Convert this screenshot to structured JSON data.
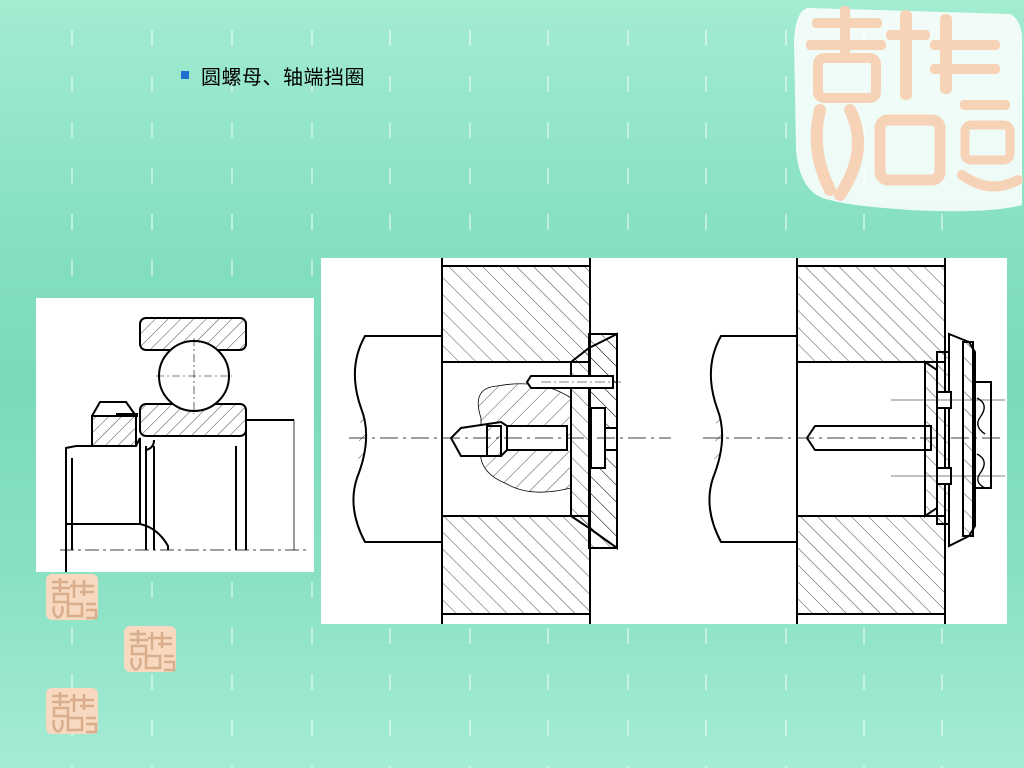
{
  "slide": {
    "title": "圆螺母、轴端挡圈",
    "bullet_color": "#1f6fd0",
    "background_color": "#8ee2c6"
  },
  "decorations": {
    "seal_icon": "jixiangruyi-seal-icon",
    "seal_text": "吉祥如意",
    "seal_color": "#f8d8c0"
  },
  "figures": {
    "left_panel": "bearing-with-round-nut-drawing",
    "right_panel": "shaft-end-retaining-washer-drawing"
  }
}
